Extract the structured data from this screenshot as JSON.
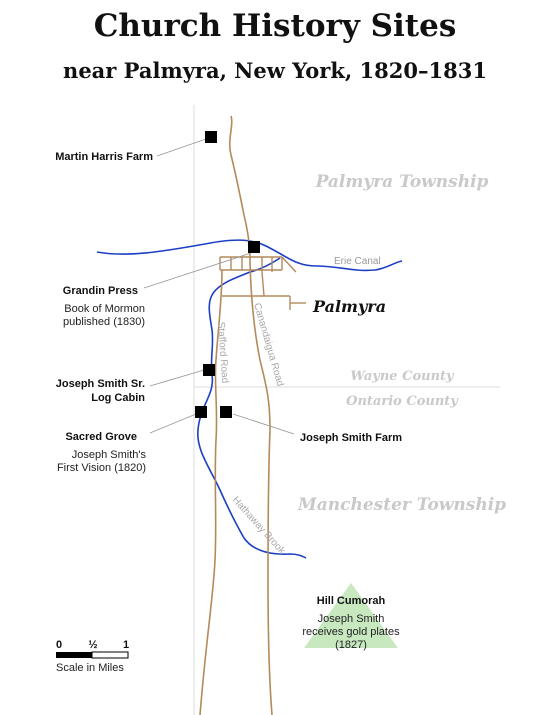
{
  "title": "Church History Sites",
  "subtitle": "near Palmyra, New York, 1820–1831",
  "colors": {
    "road": "#b48a5a",
    "water": "#1c3fc4",
    "leader": "#999999",
    "boundary": "#dddddd",
    "hill": "#c8e8c0",
    "site": "#000000",
    "region_label": "#c9c9c9"
  },
  "regions": {
    "palmyra_township": "Palmyra Township",
    "manchester_township": "Manchester Township",
    "wayne_county": "Wayne County",
    "ontario_county": "Ontario County"
  },
  "town": "Palmyra",
  "waterways": {
    "erie_canal": "Erie Canal",
    "hathaway_brook": "Hathaway Brook"
  },
  "roads": {
    "stafford": "Stafford Road",
    "canandaigua": "Canandaigua Road"
  },
  "sites": {
    "martin_harris": {
      "name": "Martin Harris Farm"
    },
    "grandin_press": {
      "name": "Grandin Press",
      "desc_line1": "Book of Mormon",
      "desc_line2": "published (1830)"
    },
    "log_cabin": {
      "name_line1": "Joseph Smith Sr.",
      "name_line2": "Log Cabin"
    },
    "sacred_grove": {
      "name": "Sacred Grove",
      "desc_line1": "Joseph Smith's",
      "desc_line2": "First Vision (1820)"
    },
    "smith_farm": {
      "name": "Joseph Smith Farm"
    },
    "hill_cumorah": {
      "name": "Hill Cumorah",
      "desc_line1": "Joseph Smith",
      "desc_line2": "receives gold plates",
      "desc_line3": "(1827)"
    }
  },
  "scale": {
    "label": "Scale in Miles",
    "ticks": [
      "0",
      "½",
      "1"
    ]
  }
}
